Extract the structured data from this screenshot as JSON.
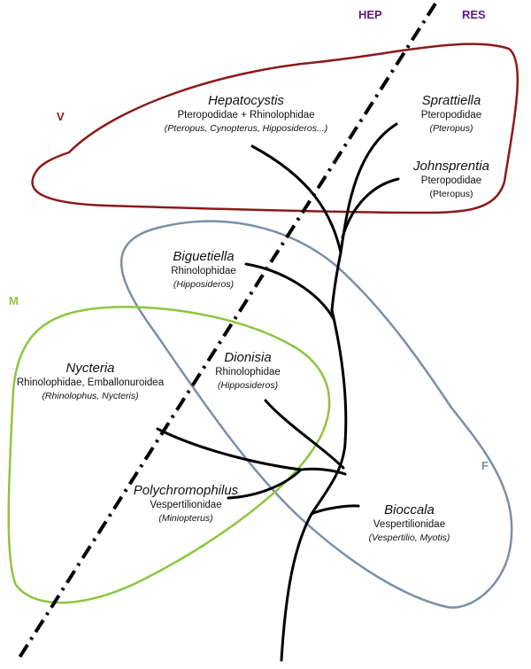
{
  "axis_labels": {
    "left": "HEP",
    "right": "RES"
  },
  "group_labels": [
    {
      "id": "V",
      "text": "V",
      "color": "#8b1a1a"
    },
    {
      "id": "M",
      "text": "M",
      "color": "#8dc63f"
    },
    {
      "id": "F",
      "text": "F",
      "color": "#7b8fa8"
    }
  ],
  "taxa": {
    "hepatocystis": {
      "genus": "Hepatocystis",
      "family": "Pteropodidae + Rhinolophidae",
      "hosts": "(Pteropus, Cynopterus, Hipposideros...)"
    },
    "sprattiella": {
      "genus": "Sprattiella",
      "family": "Pteropodidae",
      "hosts": "(Pteropus)"
    },
    "johnsprentia": {
      "genus": "Johnsprentia",
      "family": "Pteropodidae",
      "hosts": "(Pteropus)"
    },
    "biguetiella": {
      "genus": "Biguetiella",
      "family": "Rhinolophidae",
      "hosts": "(Hipposideros)"
    },
    "dionisia": {
      "genus": "Dionisia",
      "family": "Rhinolophidae",
      "hosts": "(Hipposideros)"
    },
    "nycteria": {
      "genus": "Nycteria",
      "family": "Rhinolophidae, Emballonuroidea",
      "hosts": "(Rhinolophus, Nycteris)"
    },
    "polychromophilus": {
      "genus": "Polychromophilus",
      "family": "Vespertilionidae",
      "hosts": "(Miniopterus)"
    },
    "bioccala": {
      "genus": "Bioccala",
      "family": "Vespertilionidae",
      "hosts": "(Vespertilio, Myotis)"
    }
  },
  "colors": {
    "V": "#8b1a1a",
    "M": "#8dc63f",
    "F": "#7b8fa8",
    "axis": "#5b1a86",
    "tree": "#000000"
  }
}
